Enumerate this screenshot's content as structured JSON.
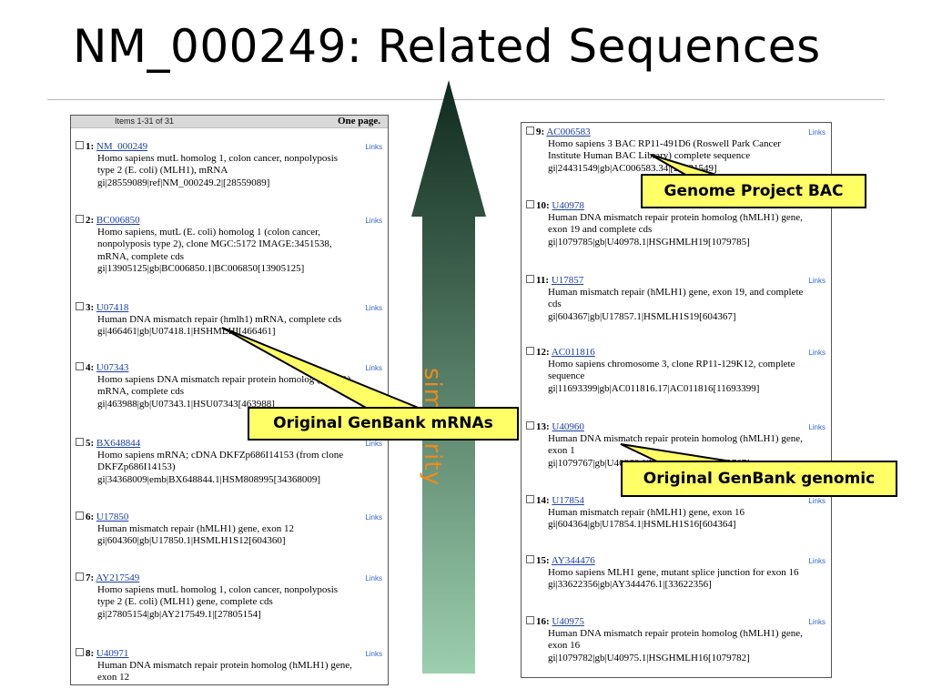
{
  "title": "NM_000249: Related Sequences",
  "colors": {
    "accession_link": "#1a3fa6",
    "links_text": "#3366cc",
    "callout_fill": "#ffff66",
    "arrow_top": "#0f2a1e",
    "arrow_bottom": "#9bcfae",
    "similarity_text": "#ef8a17"
  },
  "left_panel": {
    "items_count": "Items 1-31 of 31",
    "one_page": "One page.",
    "records": [
      {
        "num": "1:",
        "acc": "NM_000249",
        "links": "Links",
        "lines": [
          "Homo sapiens mutL homolog 1, colon cancer, nonpolyposis",
          "type 2 (E. coli) (MLH1), mRNA",
          "gi|28559089|ref|NM_000249.2|[28559089]"
        ]
      },
      {
        "num": "2:",
        "acc": "BC006850",
        "links": "Links",
        "lines": [
          "Homo sapiens, mutL (E. coli) homolog 1 (colon cancer,",
          "nonpolyposis type 2), clone MGC:5172 IMAGE:3451538,",
          "mRNA, complete cds",
          "gi|13905125|gb|BC006850.1|BC006850[13905125]"
        ]
      },
      {
        "num": "3:",
        "acc": "U07418",
        "links": "Links",
        "lines": [
          "Human DNA mismatch repair (hmlh1) mRNA, complete cds",
          "gi|466461|gb|U07418.1|HSHMLHI[466461]"
        ]
      },
      {
        "num": "4:",
        "acc": "U07343",
        "links": "Links",
        "lines": [
          "Homo sapiens DNA mismatch repair protein homolog (MLH1)",
          "mRNA, complete cds",
          "gi|463988|gb|U07343.1|HSU07343[463988]"
        ]
      },
      {
        "num": "5:",
        "acc": "BX648844",
        "links": "Links",
        "lines": [
          "Homo sapiens mRNA; cDNA DKFZp686I14153 (from clone",
          "DKFZp686I14153)",
          "gi|34368009|emb|BX648844.1|HSM808995[34368009]"
        ]
      },
      {
        "num": "6:",
        "acc": "U17850",
        "links": "Links",
        "lines": [
          "Human mismatch repair (hMLH1) gene, exon 12",
          "gi|604360|gb|U17850.1|HSMLH1S12[604360]"
        ]
      },
      {
        "num": "7:",
        "acc": "AY217549",
        "links": "Links",
        "lines": [
          "Homo sapiens mutL homolog 1, colon cancer, nonpolyposis",
          "type 2 (E. coli) (MLH1) gene, complete cds",
          "gi|27805154|gb|AY217549.1|[27805154]"
        ]
      },
      {
        "num": "8:",
        "acc": "U40971",
        "links": "Links",
        "lines": [
          "Human DNA mismatch repair protein homolog (hMLH1) gene,",
          "exon 12"
        ]
      }
    ]
  },
  "right_panel": {
    "records": [
      {
        "num": "9:",
        "acc": "AC006583",
        "links": "Links",
        "lines": [
          "Homo sapiens 3 BAC RP11-491D6 (Roswell Park Cancer",
          "Institute Human BAC Library) complete sequence",
          "gi|24431549|gb|AC006583.34|[24431549]"
        ]
      },
      {
        "num": "10:",
        "acc": "U40978",
        "links": "Links",
        "lines": [
          "Human DNA mismatch repair protein homolog (hMLH1) gene,",
          "exon 19 and complete cds",
          "gi|1079785|gb|U40978.1|HSGHMLH19[1079785]"
        ]
      },
      {
        "num": "11:",
        "acc": "U17857",
        "links": "Links",
        "lines": [
          "Human mismatch repair (hMLH1) gene, exon 19, and complete",
          "cds",
          "gi|604367|gb|U17857.1|HSMLH1S19[604367]"
        ]
      },
      {
        "num": "12:",
        "acc": "AC011816",
        "links": "Links",
        "lines": [
          "Homo sapiens chromosome 3, clone RP11-129K12, complete",
          "sequence",
          "gi|11693399|gb|AC011816.17|AC011816[11693399]"
        ]
      },
      {
        "num": "13:",
        "acc": "U40960",
        "links": "Links",
        "lines": [
          "Human DNA mismatch repair protein homolog (hMLH1) gene,",
          "exon 1",
          "gi|1079767|gb|U40960.1|HSGHMLH01[1079767]"
        ]
      },
      {
        "num": "14:",
        "acc": "U17854",
        "links": "Links",
        "lines": [
          "Human mismatch repair (hMLH1) gene, exon 16",
          "gi|604364|gb|U17854.1|HSMLH1S16[604364]"
        ]
      },
      {
        "num": "15:",
        "acc": "AY344476",
        "links": "Links",
        "lines": [
          "Homo sapiens MLH1 gene, mutant splice junction for exon 16",
          "gi|33622356|gb|AY344476.1|[33622356]"
        ]
      },
      {
        "num": "16:",
        "acc": "U40975",
        "links": "Links",
        "lines": [
          "Human DNA mismatch repair protein homolog (hMLH1) gene,",
          "exon 16",
          "gi|1079782|gb|U40975.1|HSGHMLH16[1079782]"
        ]
      }
    ]
  },
  "arrow_label": "similarity",
  "callouts": {
    "mrnas": "Original GenBank mRNAs",
    "bac": "Genome Project BAC",
    "genomic": "Original GenBank genomic"
  }
}
